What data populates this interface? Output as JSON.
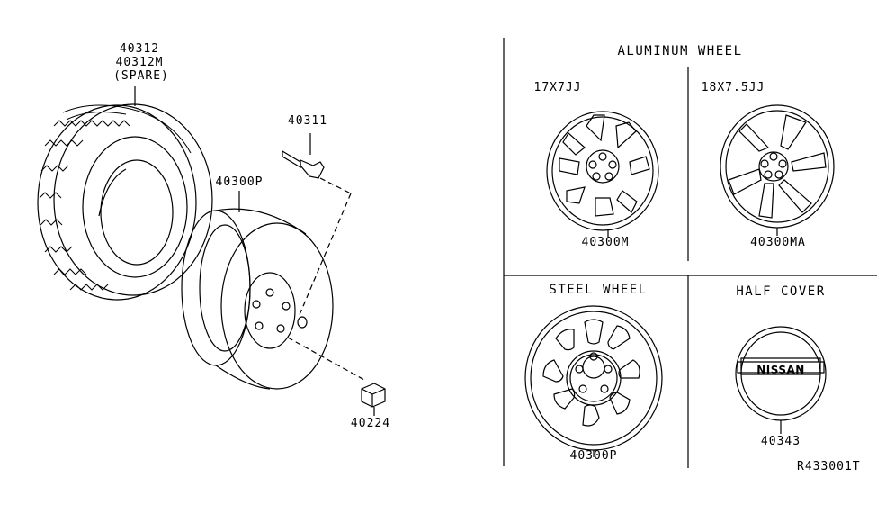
{
  "left_parts": {
    "tire": {
      "part_no_1": "40312",
      "part_no_2": "40312M",
      "note": "(SPARE)"
    },
    "valve": {
      "part_no": "40311"
    },
    "wheel": {
      "part_no": "40300P"
    },
    "nut": {
      "part_no": "40224"
    }
  },
  "aluminum_wheel": {
    "heading": "ALUMINUM WHEEL",
    "left": {
      "size": "17X7JJ",
      "part_no": "40300M"
    },
    "right": {
      "size": "18X7.5JJ",
      "part_no": "40300MA"
    }
  },
  "steel_wheel": {
    "heading": "STEEL WHEEL",
    "part_no": "40300P"
  },
  "half_cover": {
    "heading": "HALF COVER",
    "part_no": "40343",
    "logo_text": "NISSAN"
  },
  "figure_code": "R433001T"
}
